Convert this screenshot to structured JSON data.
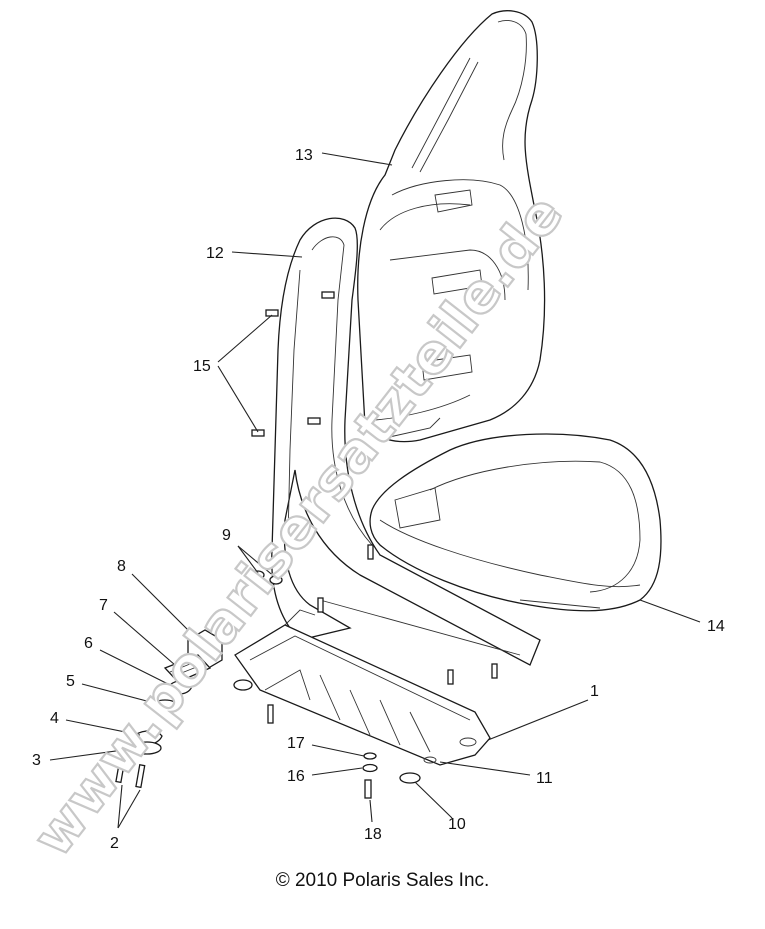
{
  "copyright": "© 2010 Polaris Sales Inc.",
  "watermark": "www.polarisersatzteile.de",
  "callouts": [
    "1",
    "2",
    "3",
    "4",
    "5",
    "6",
    "7",
    "8",
    "9",
    "10",
    "11",
    "12",
    "13",
    "14",
    "15",
    "16",
    "17",
    "18"
  ]
}
